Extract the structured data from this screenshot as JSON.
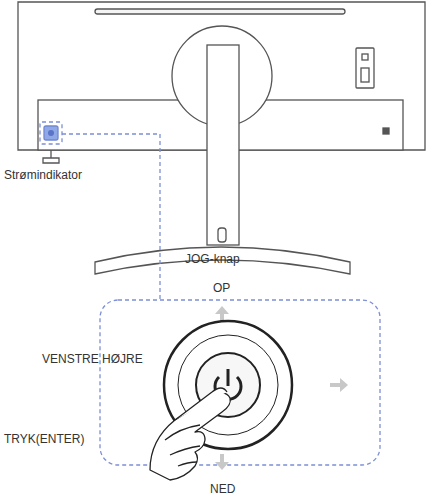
{
  "diagram": {
    "labels": [
      "Strømindikator",
      "JOG-knap",
      "OP",
      "VENSTRE HØJRE",
      "TRYK(ENTER)",
      "NED"
    ]
  }
}
